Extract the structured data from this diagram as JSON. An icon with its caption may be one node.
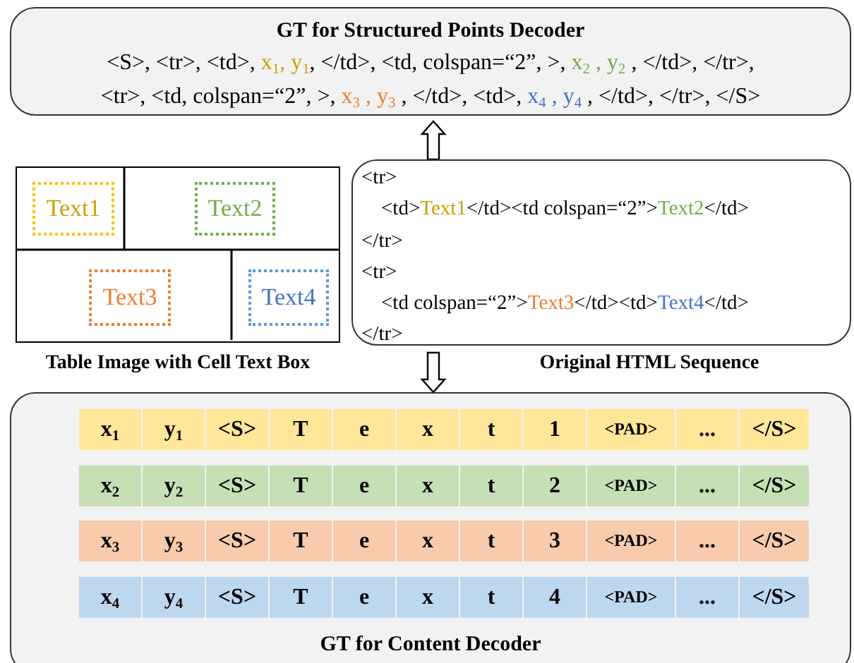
{
  "diagram": {
    "nodes": [
      {
        "text": [
          "GT for Structured Points Decoder",
          "<S>, <tr>, <td>,",
          "x$_{1}$, y$_{1}$",
          ", </td>, <td, colspan=“2”, >,",
          "x$_{2}$ , y$_{2}$",
          ", </td>, </tr>,",
          "<tr>, <td, colspan=“2”, >,",
          "x$_{3}$ , y$_{3}$",
          ", </td>, <td>,",
          "x$_{4}$ , y$_{4}$",
          ", </td>, </tr>, </S>"
        ]
      },
      {
        "text": [],
        "shape": "box",
        "beside": [
          "Table Image with Cell Text Box"
        ]
      },
      {
        "text": [
          "Text1"
        ],
        "in": 1
      },
      {
        "text": [
          "Text2"
        ],
        "in": 1
      },
      {
        "text": [
          "Text3"
        ],
        "in": 1
      },
      {
        "text": [
          "Text4"
        ],
        "in": 1
      },
      {
        "text": [
          "<tr>",
          "<td>",
          "Text1",
          "</td><td colspan=“2”>",
          "Text2",
          "</td>",
          "</tr>",
          "<tr>",
          "<td colspan=“2”>",
          "Text3",
          "</td><td>",
          "Text4",
          "</td>",
          "</tr>"
        ],
        "beside": [
          "Original HTML Sequence"
        ]
      },
      {
        "text": [
          "GT for Content Decoder"
        ]
      },
      {
        "text": [
          "x$_{1}$"
        ],
        "in": 7
      },
      {
        "text": [
          "y$_{1}$"
        ],
        "in": 7
      },
      {
        "text": [
          "<S>"
        ],
        "in": 7
      },
      {
        "text": [
          "T"
        ],
        "in": 7
      },
      {
        "text": [
          "e"
        ],
        "in": 7
      },
      {
        "text": [
          "x"
        ],
        "in": 7
      },
      {
        "text": [
          "t"
        ],
        "in": 7
      },
      {
        "text": [
          "1"
        ],
        "in": 7
      },
      {
        "text": [
          "<PAD>"
        ],
        "in": 7
      },
      {
        "text": [
          "..."
        ],
        "in": 7
      },
      {
        "text": [
          "</S>"
        ],
        "in": 7
      },
      {
        "text": [
          "x$_{2}$"
        ],
        "in": 7
      },
      {
        "text": [
          "y$_{2}$"
        ],
        "in": 7
      },
      {
        "text": [
          "<S>"
        ],
        "in": 7
      },
      {
        "text": [
          "T"
        ],
        "in": 7
      },
      {
        "text": [
          "e"
        ],
        "in": 7
      },
      {
        "text": [
          "x"
        ],
        "in": 7
      },
      {
        "text": [
          "t"
        ],
        "in": 7
      },
      {
        "text": [
          "2"
        ],
        "in": 7
      },
      {
        "text": [
          "<PAD>"
        ],
        "in": 7
      },
      {
        "text": [
          "..."
        ],
        "in": 7
      },
      {
        "text": [
          "</S>"
        ],
        "in": 7
      },
      {
        "text": [
          "x$_{3}$"
        ],
        "in": 7
      },
      {
        "text": [
          "y$_{3}$"
        ],
        "in": 7
      },
      {
        "text": [
          "<S>"
        ],
        "in": 7
      },
      {
        "text": [
          "T"
        ],
        "in": 7
      },
      {
        "text": [
          "e"
        ],
        "in": 7
      },
      {
        "text": [
          "x"
        ],
        "in": 7
      },
      {
        "text": [
          "t"
        ],
        "in": 7
      },
      {
        "text": [
          "3"
        ],
        "in": 7
      },
      {
        "text": [
          "<PAD>"
        ],
        "in": 7
      },
      {
        "text": [
          "..."
        ],
        "in": 7
      },
      {
        "text": [
          "</S>"
        ],
        "in": 7
      },
      {
        "text": [
          "x$_{4}$"
        ],
        "in": 7
      },
      {
        "text": [
          "y$_{4}$"
        ],
        "in": 7
      },
      {
        "text": [
          "<S>"
        ],
        "in": 7
      },
      {
        "text": [
          "T"
        ],
        "in": 7
      },
      {
        "text": [
          "e"
        ],
        "in": 7
      },
      {
        "text": [
          "x"
        ],
        "in": 7
      },
      {
        "text": [
          "t"
        ],
        "in": 7
      },
      {
        "text": [
          "4"
        ],
        "in": 7
      },
      {
        "text": [
          "<PAD>"
        ],
        "in": 7
      },
      {
        "text": [
          "..."
        ],
        "in": 7
      },
      {
        "text": [
          "</S>"
        ],
        "in": 7
      }
    ],
    "edges": [
      {
        "from": 6,
        "to": 0,
        "arrow": "to"
      },
      {
        "from": 6,
        "to": 7,
        "arrow": "to"
      }
    ]
  }
}
